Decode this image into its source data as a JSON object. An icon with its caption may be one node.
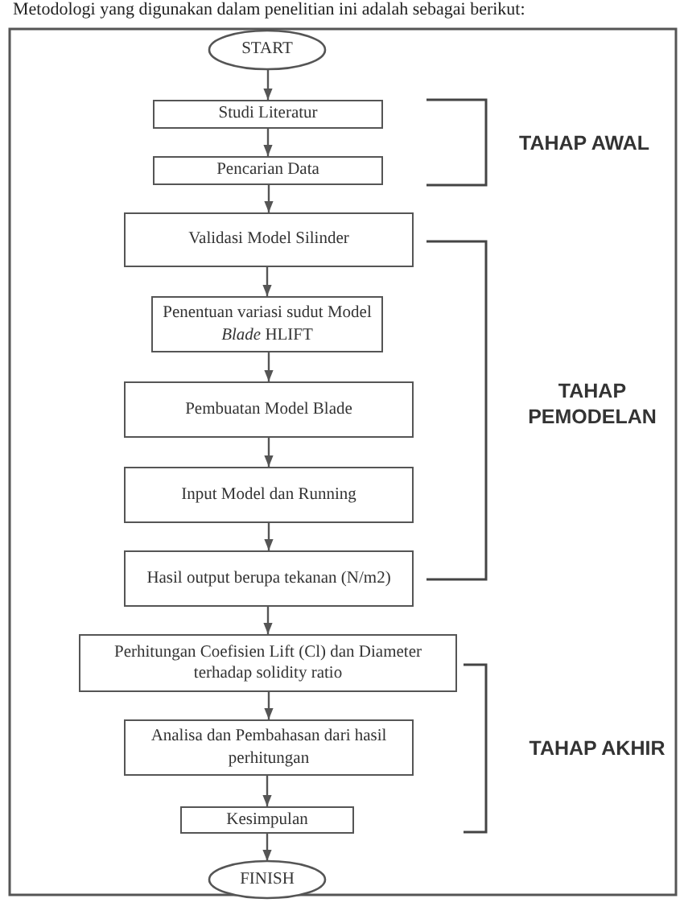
{
  "diagram": {
    "title": "Metodologi yang digunakan dalam penelitian ini adalah sebagai berikut:",
    "nodes": [
      {
        "text": [
          "START"
        ]
      },
      {
        "text": [
          "Studi Literatur"
        ]
      },
      {
        "text": [
          "Pencarian Data"
        ]
      },
      {
        "text": [
          "Validasi Model Silinder"
        ]
      },
      {
        "text": [
          "Penentuan variasi sudut Model *Blade* HLIFT"
        ]
      },
      {
        "text": [
          "Pembuatan Model Blade"
        ]
      },
      {
        "text": [
          "Input Model dan Running"
        ]
      },
      {
        "text": [
          "Hasil output berupa tekanan (N/m2)"
        ]
      },
      {
        "text": [
          "Perhitungan Coefisien Lift (Cl) dan Diameter terhadap solidity ratio"
        ]
      },
      {
        "text": [
          "Analisa dan Pembahasan dari hasil perhitungan"
        ]
      },
      {
        "text": [
          "Kesimpulan"
        ]
      },
      {
        "text": [
          "FINISH"
        ]
      }
    ],
    "edges": [
      {
        "from": 0,
        "to": 1,
        "arrow": "to"
      },
      {
        "from": 1,
        "to": 2,
        "arrow": "to"
      },
      {
        "from": 2,
        "to": 3,
        "arrow": "to"
      },
      {
        "from": 3,
        "to": 4,
        "arrow": "to"
      },
      {
        "from": 4,
        "to": 5,
        "arrow": "to"
      },
      {
        "from": 5,
        "to": 6,
        "arrow": "to"
      },
      {
        "from": 6,
        "to": 7,
        "arrow": "to"
      },
      {
        "from": 7,
        "to": 8,
        "arrow": "to"
      },
      {
        "from": 8,
        "to": 9,
        "arrow": "to"
      },
      {
        "from": 9,
        "to": 10,
        "arrow": "to"
      },
      {
        "from": 10,
        "to": 11,
        "arrow": "to"
      }
    ],
    "labels": [
      "TAHAP AWAL",
      "TAHAP PEMODELAN",
      "TAHAP AKHIR"
    ]
  }
}
